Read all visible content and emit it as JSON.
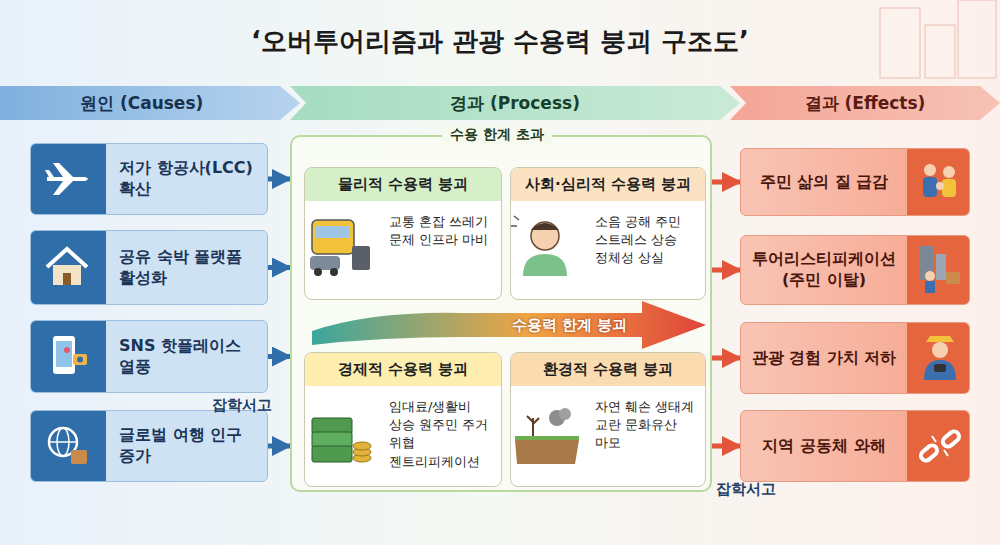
{
  "diagram": {
    "title": "‘오버투어리즘과 관광 수용력 붕괴 구조도’",
    "nodes": [
      {
        "text": [
          "원인 (Causes)"
        ]
      },
      {
        "text": [
          "경과 (Process)"
        ]
      },
      {
        "text": [
          "결과 (Effects)"
        ]
      },
      {
        "text": [
          "저가 항공사(LCC) 확산"
        ]
      },
      {
        "text": [
          "공유 숙박 플랫폼 활성화"
        ]
      },
      {
        "text": [
          "SNS 핫플레이스 열풍"
        ]
      },
      {
        "text": [
          "글로벌 여행 인구 증가"
        ]
      },
      {
        "text": [
          "수용 한계 초과"
        ]
      },
      {
        "text": [
          "물리적 수용력 붕괴",
          "교통 혼잡 쓰레기 문제 인프라 마비"
        ],
        "in": 7
      },
      {
        "text": [
          "사회·심리적 수용력 붕괴",
          "소음 공해 주민 스트레스 상승 정체성 상실"
        ],
        "in": 7
      },
      {
        "text": [
          "경제적 수용력 붕괴",
          "임대료/생활비 상승 원주민 주거 위협 젠트리피케이션"
        ],
        "in": 7
      },
      {
        "text": [
          "환경적 수용력 붕괴",
          "자연 훼손 생태계 교란 문화유산 마모"
        ],
        "in": 7
      },
      {
        "text": [
          "수용력 한계 붕괴"
        ],
        "in": 7
      },
      {
        "text": [
          "주민 삶의 질 급감"
        ]
      },
      {
        "text": [
          "투어리스티피케이션 (주민 이탈)"
        ]
      },
      {
        "text": [
          "관광 경험 가치 저하"
        ]
      },
      {
        "text": [
          "지역 공동체 와해"
        ]
      }
    ],
    "edges": [
      {
        "from": 3,
        "to": 7,
        "arrow": "to"
      },
      {
        "from": 4,
        "to": 7,
        "arrow": "to"
      },
      {
        "from": 5,
        "to": 7,
        "arrow": "to"
      },
      {
        "from": 6,
        "to": 7,
        "arrow": "to"
      },
      {
        "from": 7,
        "to": 13,
        "arrow": "to"
      },
      {
        "from": 7,
        "to": 14,
        "arrow": "to"
      },
      {
        "from": 7,
        "to": 15,
        "arrow": "to"
      },
      {
        "from": 7,
        "to": 16,
        "arrow": "to"
      }
    ],
    "labels": [
      "잡학서고",
      "잡학서고"
    ]
  }
}
